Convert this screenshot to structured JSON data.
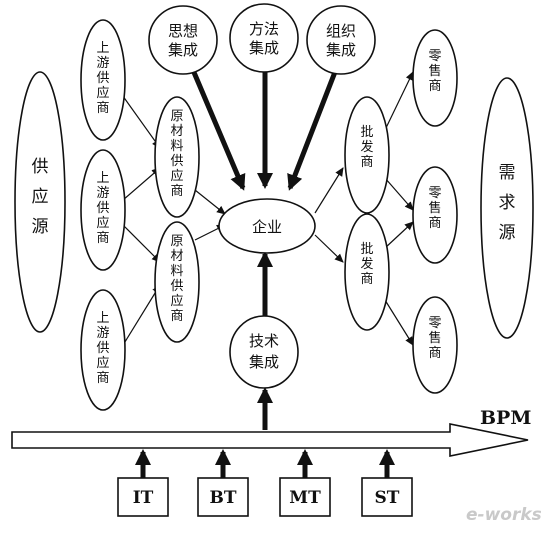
{
  "nodes": {
    "supply_source": "供应源",
    "demand_source": "需求源",
    "upstream_supplier": "上游供应商",
    "raw_material_supplier": "原材料供应商",
    "wholesaler": "批发商",
    "retailer": "零售商",
    "enterprise": "企业",
    "thought_integration_1": "思想",
    "thought_integration_2": "集成",
    "method_integration_1": "方法",
    "method_integration_2": "集成",
    "organization_integration_1": "组织",
    "organization_integration_2": "集成",
    "technology_integration_1": "技术",
    "technology_integration_2": "集成"
  },
  "bpm_label": "BPM",
  "boxes": [
    "IT",
    "BT",
    "MT",
    "ST"
  ],
  "watermark": "e-works"
}
